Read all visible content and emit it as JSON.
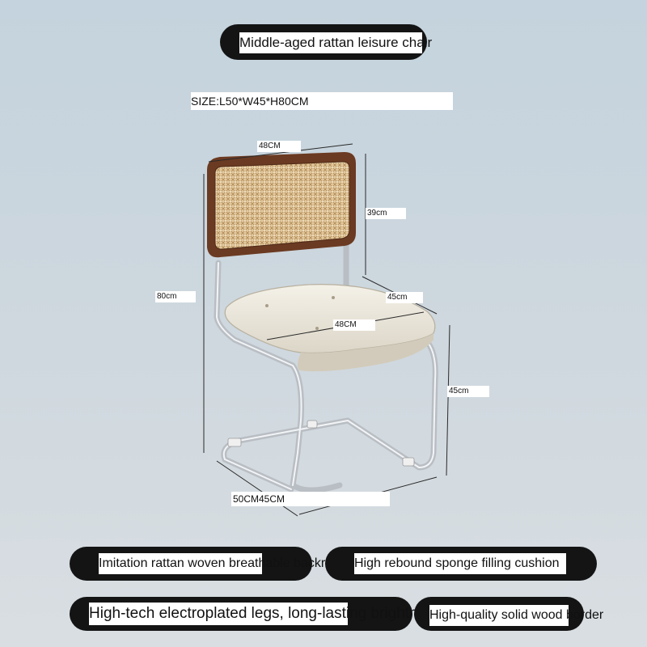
{
  "title": "Middle-aged rattan leisure chair",
  "size": "SIZE:L50*W45*H80CM",
  "dimensions": {
    "back_width": "48CM",
    "back_height": "39cm",
    "total_height": "80cm",
    "depth": "45cm",
    "seat_width": "48CM",
    "seat_height": "45cm",
    "base": "50CM45CM"
  },
  "features": [
    "Imitation rattan woven breathable backrest",
    "High rebound sponge filling cushion",
    "High-tech electroplated legs, long-lasting brightness",
    "High-quality solid wood border"
  ],
  "colors": {
    "pill": "#141414",
    "wood": "#6b3a22",
    "rattan": "#d8b88a",
    "cushion": "#ece8dc",
    "chrome": "#c8ccd0"
  },
  "icons": [
    "chair-illustration",
    "dimension-arrows"
  ]
}
